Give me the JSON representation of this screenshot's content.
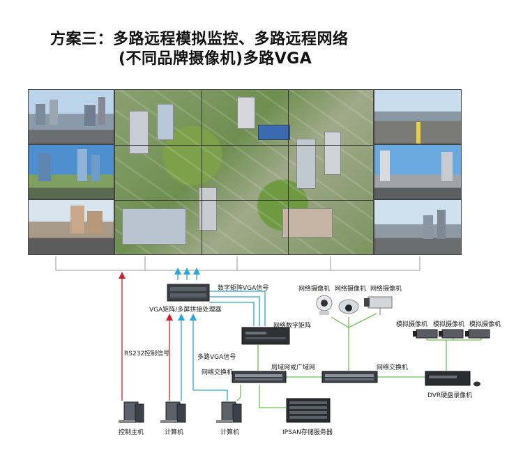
{
  "title": {
    "line1": "方案三：多路远程模拟监控、多路远程网络",
    "line2": "(不同品牌摄像机)多路VGA"
  },
  "labels": {
    "matrix_vga_signal": "数字矩阵VGA信号",
    "processor": "VGA矩阵/多屏拼接处理器",
    "digital_matrix": "网络数字矩阵",
    "rs232": "RS232控制信号",
    "multi_vga": "多路VGA信号",
    "switch_left": "网络交换机",
    "lan_wan": "局域网或广域网",
    "switch_right": "网络交换机",
    "net_cam_1": "网络摄像机",
    "net_cam_2": "网络摄像机",
    "net_cam_3": "网络摄像机",
    "analog_cam_1": "模拟摄像机",
    "analog_cam_2": "模拟摄像机",
    "analog_cam_3": "模拟摄像机",
    "dvr": "DVR硬盘录像机",
    "control_host": "控制主机",
    "computer_1": "计算机",
    "computer_2": "计算机",
    "ipsan": "IPSAN存储服务器"
  },
  "colors": {
    "red_line": "#d0202a",
    "blue_line": "#2aa7d8",
    "green_line": "#6cc24a"
  }
}
